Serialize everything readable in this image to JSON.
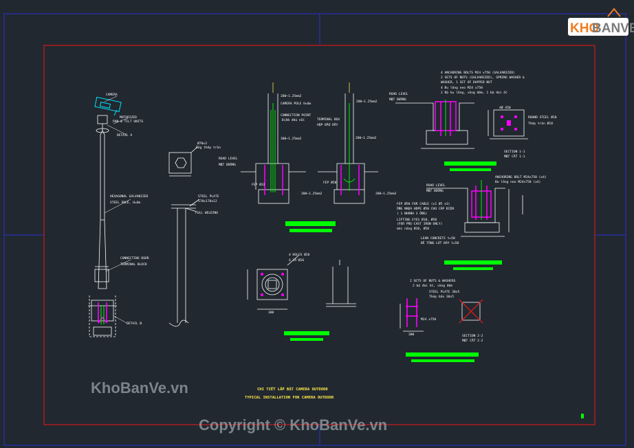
{
  "logo": {
    "part1": "KHO",
    "part2": "BANVE"
  },
  "watermarks": {
    "site": "KhoBanVe.vn",
    "copyright": "Copyright © KhoBanVe.vn"
  },
  "titles": {
    "vn": "CHI TIẾT LẮP ĐẶT CAMERA OUTDOOR",
    "en": "TYPICAL INSTALLATION FOR CAMERA OUTDOOR"
  },
  "pole_elevation": {
    "camera": "CAMERA",
    "motorized": "MOTORIZED",
    "pan_tilt": "PAN & TILT UNITS",
    "detail_a": "DETAIL A",
    "hex_pole_1": "HEXAGONAL GALVANIZED",
    "hex_pole_2": "STEEL POLE, H=6m",
    "connecting_door": "CONNECTING DOOR",
    "terminal_block": "TERMINAL BLOCK",
    "detail_b": "DETAIL B"
  },
  "pole_section": {
    "od": "Ø70x3",
    "od_vn": "Ống thép tròn",
    "steel_plate": "STEEL PLATE",
    "plate_size": "170x170x12",
    "full_welding": "FULL WELDING"
  },
  "foundation_a": {
    "dim1": "200~1.25mm2",
    "camera_pole": "CAMERA POLE H=6m",
    "connection_point": "CONNECTION POINT",
    "connection_vn": "Điểm đấu nối",
    "dim2": "300~1.25mm2",
    "road_level": "ROAD LEVEL",
    "road_vn": "MẶT ĐƯỜNG",
    "fep": "FEP Ø32",
    "dim3": "200~1.25mm2"
  },
  "foundation_b": {
    "dim1": "200~1.25mm2",
    "terminal_box": "TERMINAL BOX",
    "terminal_vn": "HỘP ĐẤU DÂY",
    "dim2": "200~1.25mm2",
    "fep": "FEP Ø50",
    "dim3": "200~1.25mm2"
  },
  "anchor_notes": [
    "4 ANCHORING BOLTS M24 x750 (GALVANIZED)",
    "2 SETS OF NUTS (GALVANIZED), SPRING WASHER &",
    "WASHER, 1 SET OF DAPPED NUT",
    "4 Bu lông neo M24 x750",
    "2 Bộ bu lông, vòng đệm, 1 bộ đai ốc"
  ],
  "section_11": {
    "road_level": "ROAD LEVEL",
    "road_vn": "MẶT ĐƯỜNG",
    "round_steel": "ROUND STEEL Ø10",
    "round_vn": "Thép tròn Ø10",
    "label": "SECTION 1-1",
    "label_vn": "MẶT CẮT 1-1",
    "dim": "4Ø 450"
  },
  "foundation_detail": {
    "anchoring_bolt": "ANCHORING BOLT M24x750 (x4)",
    "anchoring_vn": "Bu lông neo M24x750 (x4)",
    "road_level": "ROAD LEVEL",
    "road_vn": "MẶT ĐƯỜNG",
    "fep_note_1": "FEP Ø50 FOR CABLE (x1 Ø5 x3)",
    "fep_note_2": "ỐNG NHỰA HDPE Ø50 CHO CÁP ĐIỆN",
    "fep_note_3": "( 1 NHÁNH 3 ỐNG)",
    "lifting_1": "LIFTING EYES Ø10, Ø50",
    "lifting_2": "(FOR PRE-CAST IRON ONLY)",
    "lifting_3": "móc nâng Ø10, Ø50",
    "lean_1": "LEAN CONCRETE t=50",
    "lean_2": "BÊ TÔNG LÓT ĐÁY t=50"
  },
  "plan_view": {
    "holes": "4 HOLES Ø26",
    "holes_vn": "4 lỗ Ø26",
    "dim": "300"
  },
  "section_22": {
    "nuts": "2 SETS OF NUTS & WASHERS",
    "nuts_vn": "2 bộ đai ốc, vòng đệm",
    "plate": "STEEL PLATE 30x5",
    "plate_vn": "Thép bản 30x5",
    "bolt": "M24 x750",
    "label": "SECTION 2-2",
    "label_vn": "MẶT CẮT 2-2",
    "dim": "300"
  },
  "colors": {
    "background": "#212830",
    "frame_blue": "#2a2fd4",
    "frame_red": "#d11a1a",
    "green": "#00ff00",
    "magenta": "#ff00ff",
    "white": "#ffffff",
    "cyan": "#00e5ff",
    "yellow": "#f2e94e",
    "logo_orange": "#ef7d21"
  }
}
